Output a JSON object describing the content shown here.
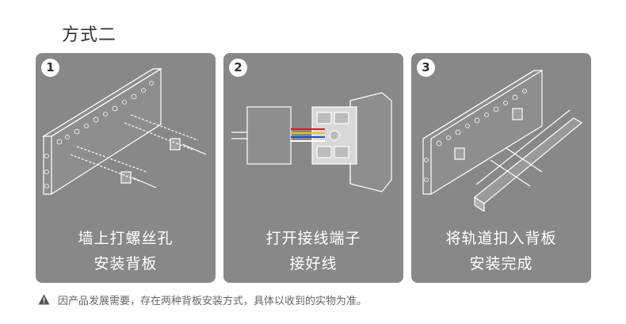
{
  "heading": "方式二",
  "steps": [
    {
      "number": "1",
      "line1": "墙上打螺丝孔",
      "line2": "安装背板"
    },
    {
      "number": "2",
      "line1": "打开接线端子",
      "line2": "接好线"
    },
    {
      "number": "3",
      "line1": "将轨道扣入背板",
      "line2": "安装完成"
    }
  ],
  "note": "因产品发展需要，存在两种背板安装方式，具体以收到的实物为准。",
  "colors": {
    "panel": "#888888",
    "heading": "#333333",
    "note": "#666666",
    "white": "#ffffff"
  },
  "icons": [
    "warning-icon"
  ]
}
